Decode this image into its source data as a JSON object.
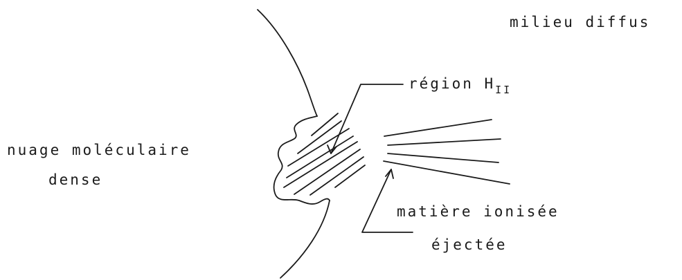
{
  "labels": {
    "diffuse_medium": "milieu diffus",
    "hii_region_main": "région H",
    "hii_region_sub": "II",
    "dense_cloud_line1": "nuage moléculaire",
    "dense_cloud_line2": "dense",
    "ejected_matter_line1": "matière ionisée",
    "ejected_matter_line2": "éjectée"
  },
  "colors": {
    "ink": "#1a1a1a",
    "background": "#ffffff"
  }
}
